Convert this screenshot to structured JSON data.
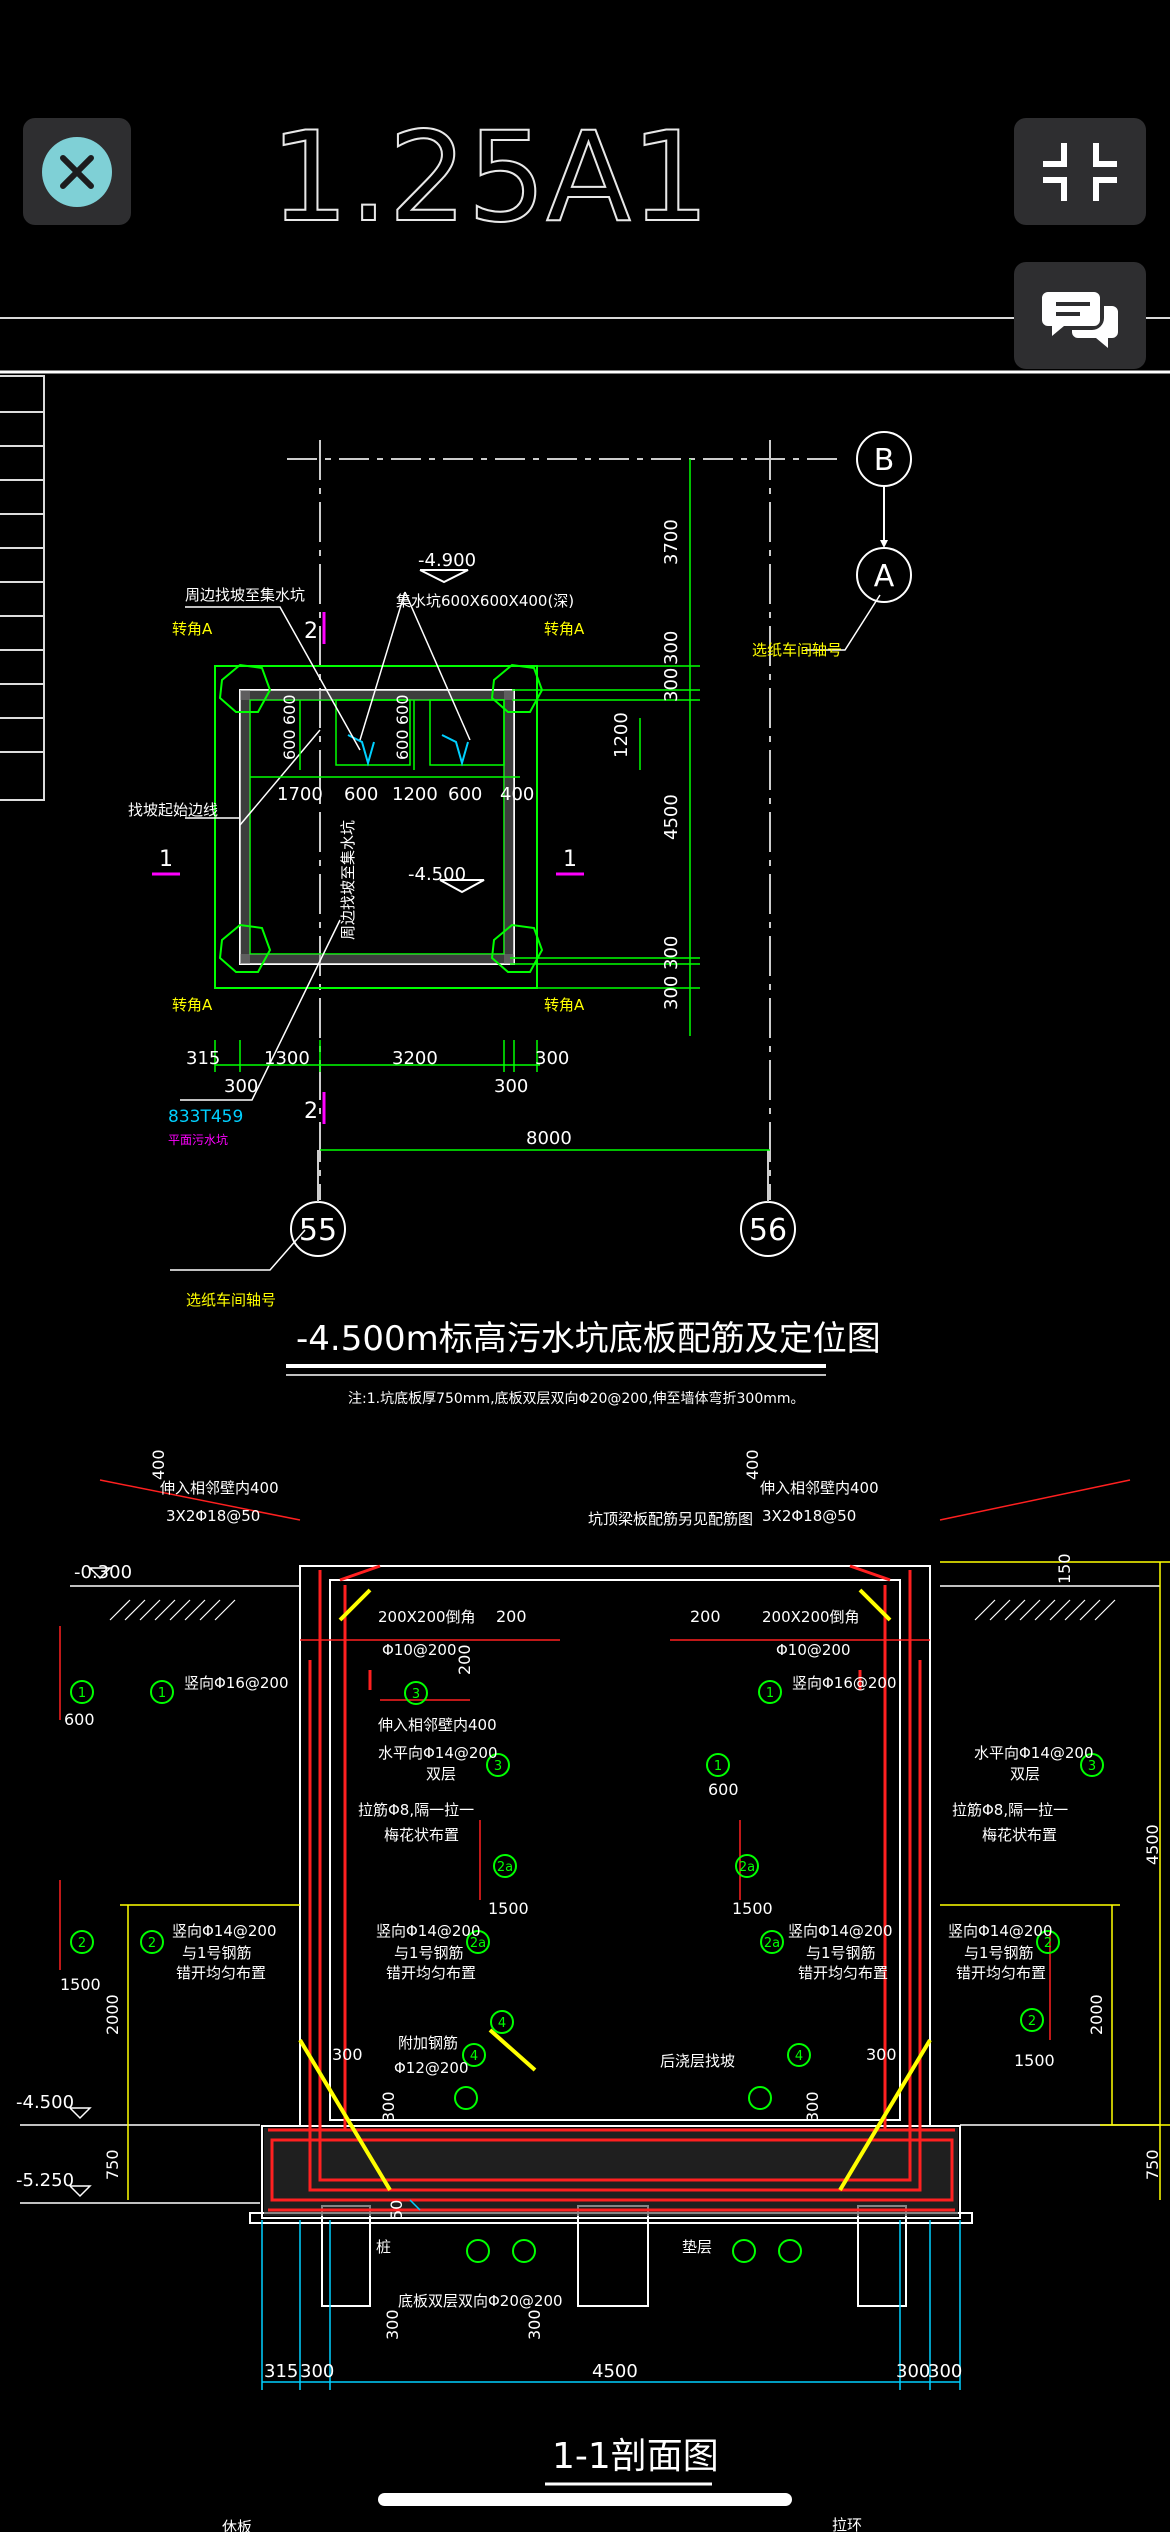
{
  "viewer": {
    "sheet_label": "1.25A1",
    "close_icon": "close-icon",
    "collapse_icon": "collapse-icon",
    "comment_icon": "comment-icon"
  },
  "plan": {
    "axis_b": "B",
    "axis_a": "A",
    "axis_55": "55",
    "axis_56": "56",
    "elev_top": "-4.900",
    "elev_mid": "-4.500",
    "label_pit_note": "周边找坡至集水坑",
    "label_sump": "集水坑600X600X400(深)",
    "label_corner_tl": "转角A",
    "label_corner_tr": "转角A",
    "label_corner_bl": "转角A",
    "label_corner_br": "转角A",
    "label_slope_line": "找坡起始边线",
    "label_slope_vertical": "周边找坡至集水坑",
    "label_axis_ref_right": "选纸车间轴号",
    "label_axis_ref_left": "选纸车间轴号",
    "label_code": "833T459",
    "label_code_sub": "平面污水坑",
    "section_marks": [
      "1",
      "1",
      "2",
      "2"
    ],
    "dims_right": [
      "3700",
      "300",
      "300",
      "1200",
      "4500",
      "300",
      "300"
    ],
    "dims_inner_row": [
      "1700",
      "600",
      "1200",
      "600",
      "400"
    ],
    "dims_inner_v": [
      "600",
      "600",
      "600",
      "600"
    ],
    "dims_bottom_row": [
      "315",
      "1300",
      "3200",
      "300"
    ],
    "dims_bottom_row2": [
      "300",
      "300"
    ],
    "dim_total": "8000",
    "title": "-4.500m标高污水坑底板配筋及定位图",
    "note": "注:1.坑底板厚750mm,底板双层双向Φ20@200,伸至墙体弯折300mm。"
  },
  "section": {
    "elev_ground": "-0.300",
    "elev_mid": "-4.500",
    "elev_bottom": "-5.250",
    "top_note_left": "伸入相邻壁内400",
    "top_note_left2": "3X2Φ18@50",
    "top_note_right": "伸入相邻壁内400",
    "top_note_right2": "3X2Φ18@50",
    "dim_400_left": "400",
    "dim_400_right": "400",
    "label_opening": "坑顶梁板配筋另见配筋图",
    "chamfer_left": "200X200倒角",
    "chamfer_right": "200X200倒角",
    "stirrup_left": "Φ10@200",
    "stirrup_right": "Φ10@200",
    "vert_left": "竖向Φ16@200",
    "vert_right": "竖向Φ16@200",
    "horiz_left": "水平向Φ14@200",
    "horiz_left2": "双层",
    "horiz_right": "水平向Φ14@200",
    "horiz_right2": "双层",
    "extend": "伸入相邻壁内400",
    "tie_left": "拉筋Φ8,隔一拉一",
    "tie_left2": "梅花状布置",
    "tie_right": "拉筋Φ8,隔一拉一",
    "tie_right2": "梅花状布置",
    "vert2_left": "竖向Φ14@200",
    "vert2_left2": "与1号钢筋",
    "vert2_left3": "错开均匀布置",
    "vert2_mid_left": "竖向Φ14@200",
    "vert2_mid_left2": "与1号钢筋",
    "vert2_mid_left3": "错开均匀布置",
    "vert2_mid_right": "竖向Φ14@200",
    "vert2_mid_right2": "与1号钢筋",
    "vert2_mid_right3": "错开均匀布置",
    "vert2_right": "竖向Φ14@200",
    "vert2_right2": "与1号钢筋",
    "vert2_right3": "错开均匀布置",
    "add_bar": "附加钢筋",
    "add_bar2": "Φ12@200",
    "screed": "后浇层找坡",
    "pile": "桩",
    "cushion": "垫层",
    "bottom_bar": "底板双层双向Φ20@200",
    "dims_num": [
      "200",
      "200",
      "200",
      "600",
      "600",
      "1500",
      "1500",
      "2000",
      "2000",
      "1500",
      "1500",
      "750",
      "750",
      "4500",
      "150",
      "300",
      "300",
      "300",
      "300",
      "50",
      "300",
      "300"
    ],
    "dims_bottom": [
      "315",
      "300",
      "4500",
      "300",
      "300"
    ],
    "callouts": [
      "1",
      "1",
      "1",
      "1",
      "2",
      "2",
      "2",
      "2",
      "2a",
      "2a",
      "2a",
      "2a",
      "3",
      "3",
      "3",
      "4",
      "4",
      "4"
    ],
    "title": "1-1剖面图",
    "bottom_cut_left": "休板",
    "bottom_cut_right": "拉环"
  },
  "colors": {
    "background": "#000000",
    "button_bg": "#2e2e30",
    "accent_close": "#7fd0d6",
    "cad_green": "#00ff00",
    "cad_yellow": "#ffff00",
    "cad_red": "#ff2020",
    "cad_cyan": "#00d0ff",
    "cad_magenta": "#ff00ff",
    "cad_white": "#ffffff"
  }
}
